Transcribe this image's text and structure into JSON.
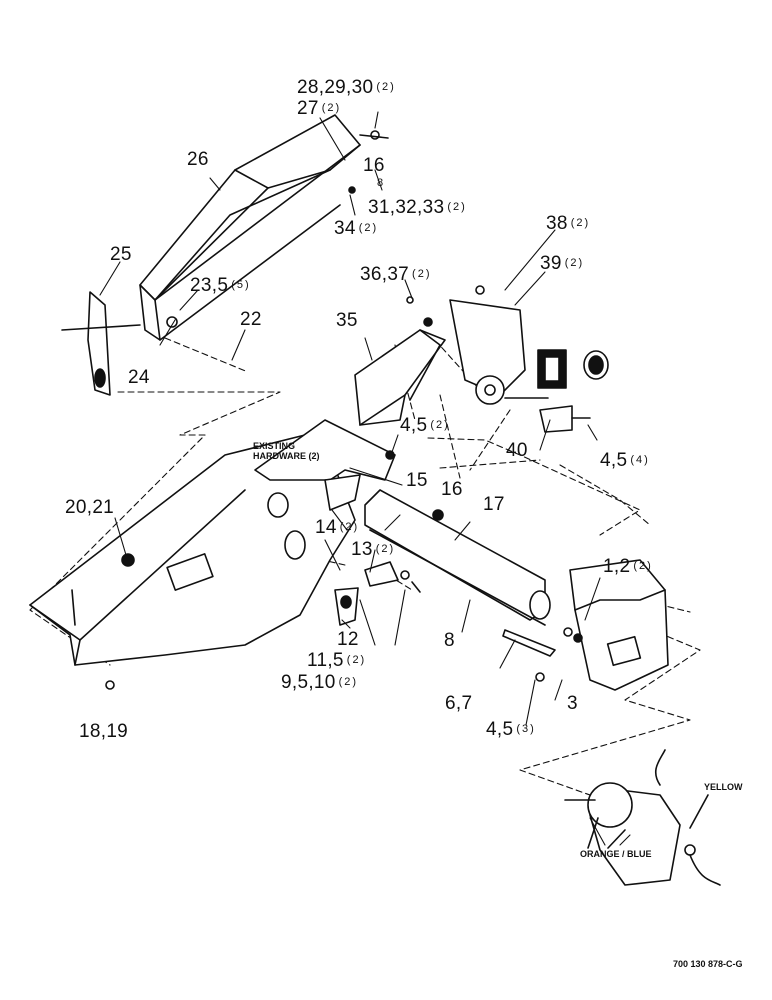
{
  "callouts": {
    "c28": {
      "num": "28,29,30",
      "qty": "(2)"
    },
    "c27": {
      "num": "27",
      "qty": "(2)"
    },
    "c26": {
      "num": "26",
      "qty": ""
    },
    "c16a": {
      "num": "16",
      "qty": ""
    },
    "c8a": {
      "num": "8",
      "qty": ""
    },
    "c31": {
      "num": "31,32,33",
      "qty": "(2)"
    },
    "c34": {
      "num": "34",
      "qty": "(2)"
    },
    "c25": {
      "num": "25",
      "qty": ""
    },
    "c38": {
      "num": "38",
      "qty": "(2)"
    },
    "c39": {
      "num": "39",
      "qty": "(2)"
    },
    "c36": {
      "num": "36,37",
      "qty": "(2)"
    },
    "c23": {
      "num": "23,5",
      "qty": "(5)"
    },
    "c22": {
      "num": "22",
      "qty": ""
    },
    "c35": {
      "num": "35",
      "qty": ""
    },
    "c24": {
      "num": "24",
      "qty": ""
    },
    "c45a": {
      "num": "4,5",
      "qty": "(2)"
    },
    "c40": {
      "num": "40",
      "qty": ""
    },
    "c45b": {
      "num": "4,5",
      "qty": "(4)"
    },
    "c15": {
      "num": "15",
      "qty": ""
    },
    "c16b": {
      "num": "16",
      "qty": ""
    },
    "c17": {
      "num": "17",
      "qty": ""
    },
    "c2021": {
      "num": "20,21",
      "qty": ""
    },
    "c14": {
      "num": "14",
      "qty": "(2)"
    },
    "c13": {
      "num": "13",
      "qty": "(2)"
    },
    "c12r": {
      "num": "1,2",
      "qty": "(2)"
    },
    "c12": {
      "num": "12",
      "qty": ""
    },
    "c8b": {
      "num": "8",
      "qty": ""
    },
    "c115": {
      "num": "11,5",
      "qty": "(2)"
    },
    "c9510": {
      "num": "9,5,10",
      "qty": "(2)"
    },
    "c67": {
      "num": "6,7",
      "qty": ""
    },
    "c3": {
      "num": "3",
      "qty": ""
    },
    "c45c": {
      "num": "4,5",
      "qty": "(3)"
    },
    "c1819": {
      "num": "18,19",
      "qty": ""
    }
  },
  "notes": {
    "existing_line1": "EXISTING",
    "existing_line2": "HARDWARE (2)",
    "yellow": "YELLOW",
    "orange_blue": "ORANGE / BLUE",
    "drawing_number": "700 130 878-C-G"
  }
}
